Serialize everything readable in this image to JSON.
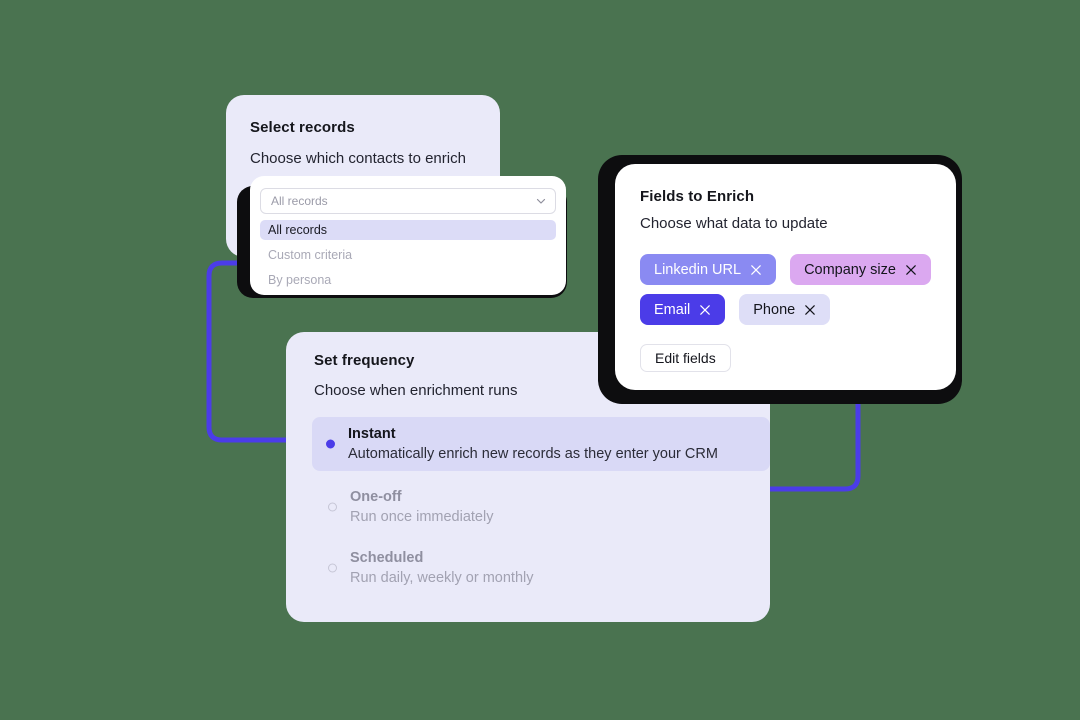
{
  "canvas": {
    "background_color": "#4a7350",
    "accent_color": "#4b3ce8"
  },
  "select_records_card": {
    "title": "Select records",
    "subtitle": "Choose which contacts to enrich",
    "dropdown": {
      "selected_value": "All records",
      "chevron_icon": "chevron-down-icon",
      "options": [
        {
          "label": "All records",
          "selected": true
        },
        {
          "label": "Custom criteria",
          "selected": false
        },
        {
          "label": "By persona",
          "selected": false
        }
      ]
    }
  },
  "fields_to_enrich_card": {
    "title": "Fields to Enrich",
    "subtitle": "Choose what data to update",
    "tags": [
      {
        "label": "Linkedin URL",
        "bg": "#8a8af2",
        "fg": "#ffffff",
        "remove_icon": "close-icon"
      },
      {
        "label": "Company size",
        "bg": "#dba8f0",
        "fg": "#14151c",
        "remove_icon": "close-icon"
      },
      {
        "label": "Email",
        "bg": "#4b3ce8",
        "fg": "#ffffff",
        "remove_icon": "close-icon"
      },
      {
        "label": "Phone",
        "bg": "#dedef7",
        "fg": "#14151c",
        "remove_icon": "close-icon"
      }
    ],
    "edit_button_label": "Edit fields"
  },
  "set_frequency_card": {
    "title": "Set frequency",
    "subtitle": "Choose when enrichment runs",
    "options": [
      {
        "name": "Instant",
        "description": "Automatically enrich new records as they enter your CRM",
        "selected": true
      },
      {
        "name": "One-off",
        "description": "Run once immediately",
        "selected": false
      },
      {
        "name": "Scheduled",
        "description": "Run daily, weekly or monthly",
        "selected": false
      }
    ]
  },
  "connectors": [
    {
      "name": "arrow-select-to-frequency",
      "color": "#4b3ce8",
      "direction": "right"
    },
    {
      "name": "arrow-frequency-to-fields",
      "color": "#4b3ce8",
      "direction": "up"
    }
  ]
}
